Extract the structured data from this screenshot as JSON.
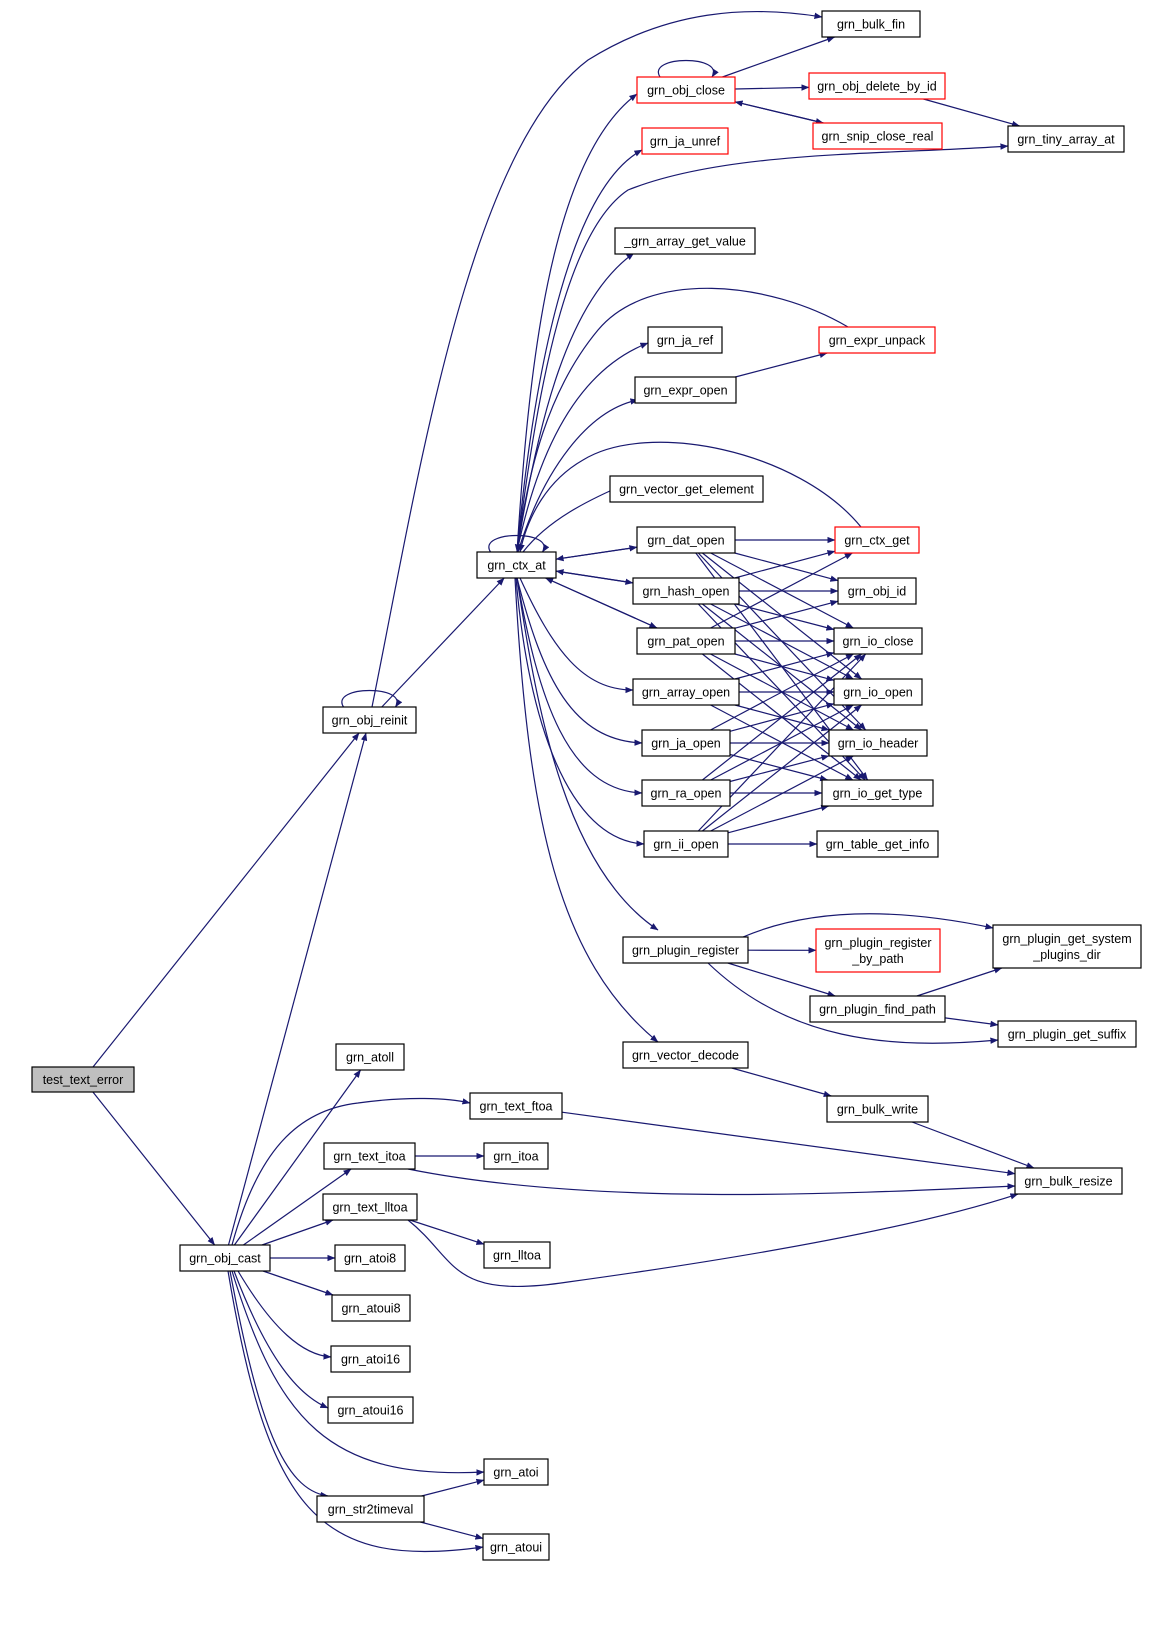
{
  "colors": {
    "edge": "#191970",
    "node_border": "#000000",
    "truncated_border": "#ff0000",
    "root_fill": "#bfbfbf",
    "background": "#ffffff"
  },
  "nodes": [
    {
      "id": "test_text_error",
      "lines": [
        "test_text_error"
      ],
      "style": "root"
    },
    {
      "id": "grn_obj_reinit",
      "lines": [
        "grn_obj_reinit"
      ]
    },
    {
      "id": "grn_obj_cast",
      "lines": [
        "grn_obj_cast"
      ]
    },
    {
      "id": "grn_bulk_fin",
      "lines": [
        "grn_bulk_fin"
      ]
    },
    {
      "id": "grn_obj_close",
      "lines": [
        "grn_obj_close"
      ],
      "style": "red"
    },
    {
      "id": "grn_obj_delete_by_id",
      "lines": [
        "grn_obj_delete_by_id"
      ],
      "style": "red"
    },
    {
      "id": "grn_snip_close_real",
      "lines": [
        "grn_snip_close_real"
      ],
      "style": "red"
    },
    {
      "id": "grn_tiny_array_at",
      "lines": [
        "grn_tiny_array_at"
      ]
    },
    {
      "id": "grn_ja_unref",
      "lines": [
        "grn_ja_unref"
      ],
      "style": "red"
    },
    {
      "id": "_grn_array_get_value",
      "lines": [
        "_grn_array_get_value"
      ]
    },
    {
      "id": "grn_ja_ref",
      "lines": [
        "grn_ja_ref"
      ]
    },
    {
      "id": "grn_expr_unpack",
      "lines": [
        "grn_expr_unpack"
      ],
      "style": "red"
    },
    {
      "id": "grn_expr_open",
      "lines": [
        "grn_expr_open"
      ]
    },
    {
      "id": "grn_vector_get_element",
      "lines": [
        "grn_vector_get_element"
      ]
    },
    {
      "id": "grn_ctx_at",
      "lines": [
        "grn_ctx_at"
      ]
    },
    {
      "id": "grn_dat_open",
      "lines": [
        "grn_dat_open"
      ]
    },
    {
      "id": "grn_hash_open",
      "lines": [
        "grn_hash_open"
      ]
    },
    {
      "id": "grn_pat_open",
      "lines": [
        "grn_pat_open"
      ]
    },
    {
      "id": "grn_array_open",
      "lines": [
        "grn_array_open"
      ]
    },
    {
      "id": "grn_ja_open",
      "lines": [
        "grn_ja_open"
      ]
    },
    {
      "id": "grn_ra_open",
      "lines": [
        "grn_ra_open"
      ]
    },
    {
      "id": "grn_ii_open",
      "lines": [
        "grn_ii_open"
      ]
    },
    {
      "id": "grn_ctx_get",
      "lines": [
        "grn_ctx_get"
      ],
      "style": "red"
    },
    {
      "id": "grn_obj_id",
      "lines": [
        "grn_obj_id"
      ]
    },
    {
      "id": "grn_io_close",
      "lines": [
        "grn_io_close"
      ]
    },
    {
      "id": "grn_io_open",
      "lines": [
        "grn_io_open"
      ]
    },
    {
      "id": "grn_io_header",
      "lines": [
        "grn_io_header"
      ]
    },
    {
      "id": "grn_io_get_type",
      "lines": [
        "grn_io_get_type"
      ]
    },
    {
      "id": "grn_table_get_info",
      "lines": [
        "grn_table_get_info"
      ]
    },
    {
      "id": "grn_plugin_register",
      "lines": [
        "grn_plugin_register"
      ]
    },
    {
      "id": "grn_plugin_register_by_path",
      "lines": [
        "grn_plugin_register",
        "_by_path"
      ],
      "style": "red"
    },
    {
      "id": "grn_plugin_get_system_plugins_dir",
      "lines": [
        "grn_plugin_get_system",
        "_plugins_dir"
      ]
    },
    {
      "id": "grn_plugin_find_path",
      "lines": [
        "grn_plugin_find_path"
      ]
    },
    {
      "id": "grn_plugin_get_suffix",
      "lines": [
        "grn_plugin_get_suffix"
      ]
    },
    {
      "id": "grn_vector_decode",
      "lines": [
        "grn_vector_decode"
      ]
    },
    {
      "id": "grn_bulk_write",
      "lines": [
        "grn_bulk_write"
      ]
    },
    {
      "id": "grn_bulk_resize",
      "lines": [
        "grn_bulk_resize"
      ]
    },
    {
      "id": "grn_atoll",
      "lines": [
        "grn_atoll"
      ]
    },
    {
      "id": "grn_text_ftoa",
      "lines": [
        "grn_text_ftoa"
      ]
    },
    {
      "id": "grn_text_itoa",
      "lines": [
        "grn_text_itoa"
      ]
    },
    {
      "id": "grn_itoa",
      "lines": [
        "grn_itoa"
      ]
    },
    {
      "id": "grn_text_lltoa",
      "lines": [
        "grn_text_lltoa"
      ]
    },
    {
      "id": "grn_lltoa",
      "lines": [
        "grn_lltoa"
      ]
    },
    {
      "id": "grn_atoi8",
      "lines": [
        "grn_atoi8"
      ]
    },
    {
      "id": "grn_atoui8",
      "lines": [
        "grn_atoui8"
      ]
    },
    {
      "id": "grn_atoi16",
      "lines": [
        "grn_atoi16"
      ]
    },
    {
      "id": "grn_atoui16",
      "lines": [
        "grn_atoui16"
      ]
    },
    {
      "id": "grn_atoi",
      "lines": [
        "grn_atoi"
      ]
    },
    {
      "id": "grn_str2timeval",
      "lines": [
        "grn_str2timeval"
      ]
    },
    {
      "id": "grn_atoui",
      "lines": [
        "grn_atoui"
      ]
    }
  ],
  "edges": [
    [
      "test_text_error",
      "grn_obj_reinit"
    ],
    [
      "test_text_error",
      "grn_obj_cast"
    ],
    [
      "grn_obj_reinit",
      "grn_obj_reinit"
    ],
    [
      "grn_obj_reinit",
      "grn_bulk_fin"
    ],
    [
      "grn_obj_reinit",
      "grn_ctx_at"
    ],
    [
      "grn_obj_cast",
      "grn_obj_reinit"
    ],
    [
      "grn_obj_cast",
      "grn_atoll"
    ],
    [
      "grn_obj_cast",
      "grn_text_ftoa"
    ],
    [
      "grn_obj_cast",
      "grn_text_itoa"
    ],
    [
      "grn_obj_cast",
      "grn_text_lltoa"
    ],
    [
      "grn_obj_cast",
      "grn_atoi8"
    ],
    [
      "grn_obj_cast",
      "grn_atoui8"
    ],
    [
      "grn_obj_cast",
      "grn_atoi16"
    ],
    [
      "grn_obj_cast",
      "grn_atoui16"
    ],
    [
      "grn_obj_cast",
      "grn_atoi"
    ],
    [
      "grn_obj_cast",
      "grn_str2timeval"
    ],
    [
      "grn_obj_cast",
      "grn_atoui"
    ],
    [
      "grn_obj_close",
      "grn_obj_close"
    ],
    [
      "grn_obj_close",
      "grn_bulk_fin"
    ],
    [
      "grn_obj_close",
      "grn_obj_delete_by_id"
    ],
    [
      "grn_obj_close",
      "grn_snip_close_real"
    ],
    [
      "grn_snip_close_real",
      "grn_obj_close"
    ],
    [
      "grn_obj_delete_by_id",
      "grn_tiny_array_at"
    ],
    [
      "grn_ctx_at",
      "grn_ctx_at"
    ],
    [
      "grn_ctx_at",
      "grn_obj_close"
    ],
    [
      "grn_ctx_at",
      "grn_ja_unref"
    ],
    [
      "grn_ctx_at",
      "grn_tiny_array_at"
    ],
    [
      "grn_ctx_at",
      "_grn_array_get_value"
    ],
    [
      "grn_ctx_at",
      "grn_ja_ref"
    ],
    [
      "grn_ctx_at",
      "grn_expr_open"
    ],
    [
      "grn_ctx_at",
      "grn_vector_get_element"
    ],
    [
      "grn_ctx_at",
      "grn_dat_open"
    ],
    [
      "grn_ctx_at",
      "grn_hash_open"
    ],
    [
      "grn_ctx_at",
      "grn_pat_open"
    ],
    [
      "grn_ctx_at",
      "grn_array_open"
    ],
    [
      "grn_ctx_at",
      "grn_ja_open"
    ],
    [
      "grn_ctx_at",
      "grn_ra_open"
    ],
    [
      "grn_ctx_at",
      "grn_ii_open"
    ],
    [
      "grn_ctx_at",
      "grn_plugin_register"
    ],
    [
      "grn_ctx_at",
      "grn_vector_decode"
    ],
    [
      "grn_expr_unpack",
      "grn_ctx_at"
    ],
    [
      "grn_expr_open",
      "grn_expr_unpack"
    ],
    [
      "grn_ctx_get",
      "grn_ctx_at"
    ],
    [
      "grn_dat_open",
      "grn_ctx_at"
    ],
    [
      "grn_hash_open",
      "grn_ctx_at"
    ],
    [
      "grn_pat_open",
      "grn_ctx_at"
    ],
    [
      "grn_dat_open",
      "grn_ctx_get"
    ],
    [
      "grn_dat_open",
      "grn_obj_id"
    ],
    [
      "grn_dat_open",
      "grn_io_close"
    ],
    [
      "grn_dat_open",
      "grn_io_open"
    ],
    [
      "grn_dat_open",
      "grn_io_header"
    ],
    [
      "grn_dat_open",
      "grn_io_get_type"
    ],
    [
      "grn_hash_open",
      "grn_ctx_get"
    ],
    [
      "grn_hash_open",
      "grn_obj_id"
    ],
    [
      "grn_hash_open",
      "grn_io_close"
    ],
    [
      "grn_hash_open",
      "grn_io_open"
    ],
    [
      "grn_hash_open",
      "grn_io_header"
    ],
    [
      "grn_hash_open",
      "grn_io_get_type"
    ],
    [
      "grn_pat_open",
      "grn_ctx_get"
    ],
    [
      "grn_pat_open",
      "grn_obj_id"
    ],
    [
      "grn_pat_open",
      "grn_io_close"
    ],
    [
      "grn_pat_open",
      "grn_io_open"
    ],
    [
      "grn_pat_open",
      "grn_io_header"
    ],
    [
      "grn_pat_open",
      "grn_io_get_type"
    ],
    [
      "grn_array_open",
      "grn_io_close"
    ],
    [
      "grn_array_open",
      "grn_io_open"
    ],
    [
      "grn_array_open",
      "grn_io_header"
    ],
    [
      "grn_array_open",
      "grn_io_get_type"
    ],
    [
      "grn_ja_open",
      "grn_io_close"
    ],
    [
      "grn_ja_open",
      "grn_io_open"
    ],
    [
      "grn_ja_open",
      "grn_io_header"
    ],
    [
      "grn_ja_open",
      "grn_io_get_type"
    ],
    [
      "grn_ra_open",
      "grn_io_close"
    ],
    [
      "grn_ra_open",
      "grn_io_open"
    ],
    [
      "grn_ra_open",
      "grn_io_header"
    ],
    [
      "grn_ra_open",
      "grn_io_get_type"
    ],
    [
      "grn_ii_open",
      "grn_io_close"
    ],
    [
      "grn_ii_open",
      "grn_io_open"
    ],
    [
      "grn_ii_open",
      "grn_io_header"
    ],
    [
      "grn_ii_open",
      "grn_io_get_type"
    ],
    [
      "grn_ii_open",
      "grn_table_get_info"
    ],
    [
      "grn_plugin_register",
      "grn_plugin_register_by_path"
    ],
    [
      "grn_plugin_register",
      "grn_plugin_get_system_plugins_dir"
    ],
    [
      "grn_plugin_register",
      "grn_plugin_find_path"
    ],
    [
      "grn_plugin_register",
      "grn_plugin_get_suffix"
    ],
    [
      "grn_plugin_find_path",
      "grn_plugin_get_system_plugins_dir"
    ],
    [
      "grn_plugin_find_path",
      "grn_plugin_get_suffix"
    ],
    [
      "grn_vector_decode",
      "grn_bulk_write"
    ],
    [
      "grn_bulk_write",
      "grn_bulk_resize"
    ],
    [
      "grn_text_ftoa",
      "grn_bulk_resize"
    ],
    [
      "grn_text_itoa",
      "grn_itoa"
    ],
    [
      "grn_text_itoa",
      "grn_bulk_resize"
    ],
    [
      "grn_text_lltoa",
      "grn_lltoa"
    ],
    [
      "grn_text_lltoa",
      "grn_bulk_resize"
    ],
    [
      "grn_str2timeval",
      "grn_atoi"
    ],
    [
      "grn_str2timeval",
      "grn_atoui"
    ]
  ]
}
